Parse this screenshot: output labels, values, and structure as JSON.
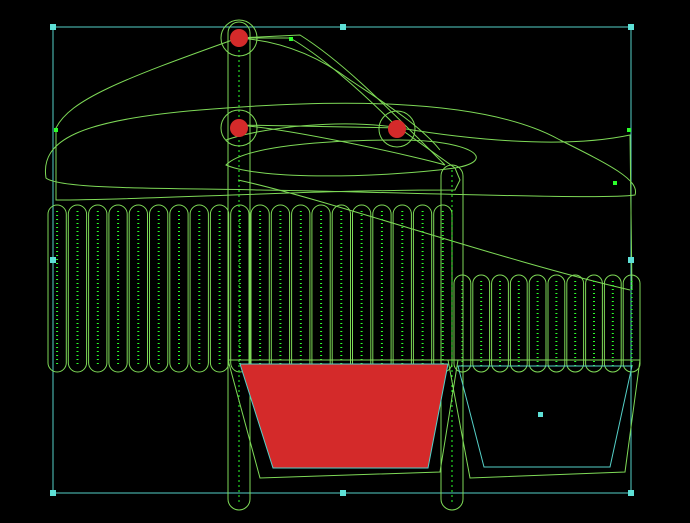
{
  "canvas": {
    "background": "#000000",
    "colors": {
      "path": "#7ed957",
      "guide": "#55d0c8",
      "point": "#2bff2b",
      "fill_red": "#d42a2a",
      "handle": "#5ee0d6"
    },
    "left_coil_loops": 20,
    "right_coil_loops": 10,
    "red_nodes": 3,
    "selection_handles": 8,
    "icons": [
      "selection-handle-icon",
      "center-point-icon",
      "node-icon"
    ]
  }
}
